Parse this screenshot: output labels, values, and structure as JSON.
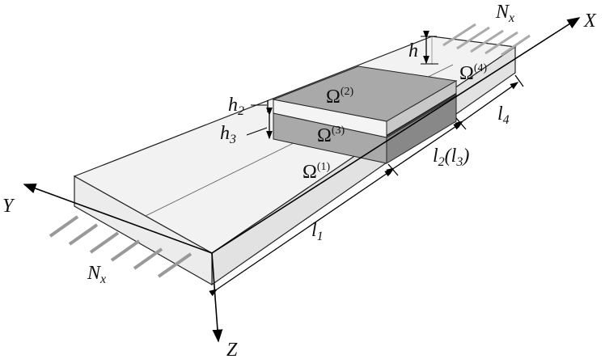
{
  "axes": {
    "x": "X",
    "y": "Y",
    "z": "Z"
  },
  "load": {
    "label": "N",
    "sub": "x"
  },
  "dimensions": {
    "l1": {
      "main": "l",
      "sub": "1"
    },
    "l2": {
      "main": "l",
      "sub": "2",
      "paren_main": "l",
      "paren_sub": "3"
    },
    "l4": {
      "main": "l",
      "sub": "4"
    },
    "h": "h",
    "h2": {
      "main": "h",
      "sub": "2"
    },
    "h3": {
      "main": "h",
      "sub": "3"
    }
  },
  "regions": [
    {
      "symbol": "Ω",
      "sup": "(1)"
    },
    {
      "symbol": "Ω",
      "sup": "(2)"
    },
    {
      "symbol": "Ω",
      "sup": "(3)"
    },
    {
      "symbol": "Ω",
      "sup": "(4)"
    }
  ],
  "colors": {
    "light": "#ebebeb",
    "dark": "#a9a9a9",
    "darker": "#888888",
    "arrow": "#9a9a9a"
  }
}
